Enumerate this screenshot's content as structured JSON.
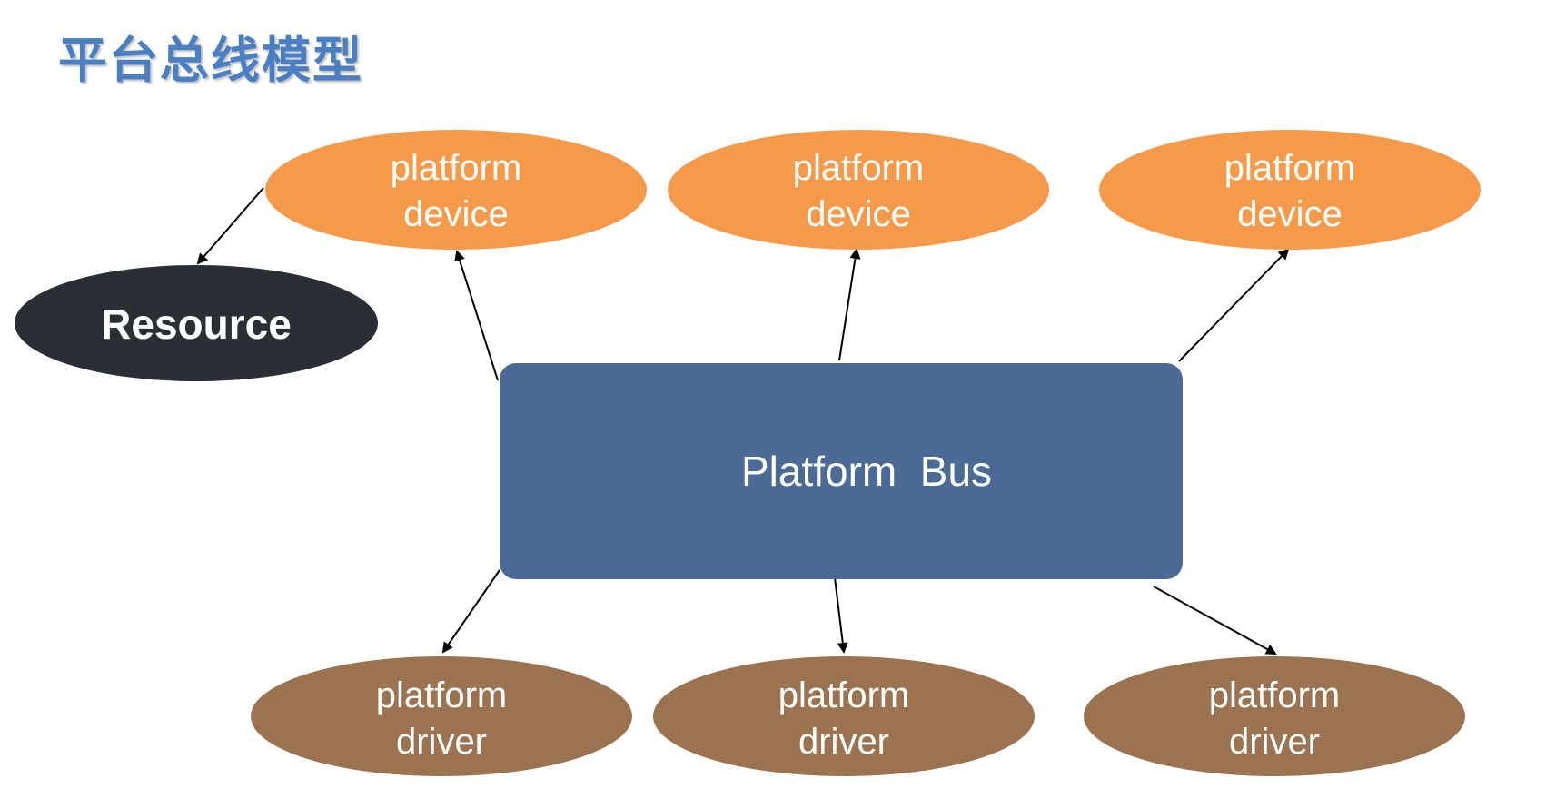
{
  "title": "平台总线模型",
  "colors": {
    "title": "#4a7fc4",
    "device": "#f59a4a",
    "driver": "#9c7350",
    "bus": "#4b6b96",
    "resource": "#2a2e35",
    "arrow": "#000000"
  },
  "bus": {
    "label": "Platform  Bus"
  },
  "resource": {
    "label": "Resource"
  },
  "devices": [
    {
      "line1": "platform",
      "line2": "device"
    },
    {
      "line1": "platform",
      "line2": "device"
    },
    {
      "line1": "platform",
      "line2": "device"
    }
  ],
  "drivers": [
    {
      "line1": "platform",
      "line2": "driver"
    },
    {
      "line1": "platform",
      "line2": "driver"
    },
    {
      "line1": "platform",
      "line2": "driver"
    }
  ]
}
